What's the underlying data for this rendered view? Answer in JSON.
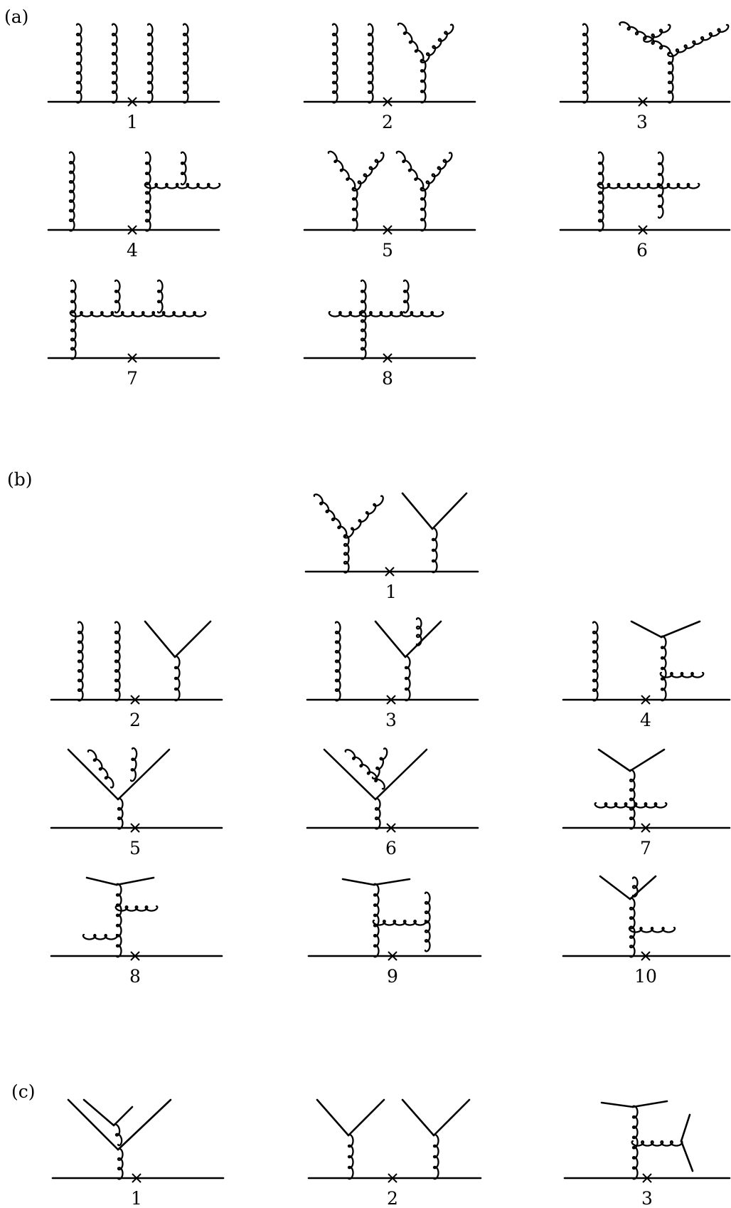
{
  "sections": [
    {
      "label": "(a)",
      "diagrams": [
        {
          "number": "1"
        },
        {
          "number": "2"
        },
        {
          "number": "3"
        },
        {
          "number": "4"
        },
        {
          "number": "5"
        },
        {
          "number": "6"
        },
        {
          "number": "7"
        },
        {
          "number": "8"
        }
      ]
    },
    {
      "label": "(b)",
      "diagrams": [
        {
          "number": "1"
        },
        {
          "number": "2"
        },
        {
          "number": "3"
        },
        {
          "number": "4"
        },
        {
          "number": "5"
        },
        {
          "number": "6"
        },
        {
          "number": "7"
        },
        {
          "number": "8"
        },
        {
          "number": "9"
        },
        {
          "number": "10"
        }
      ]
    },
    {
      "label": "(c)",
      "diagrams": [
        {
          "number": "1"
        },
        {
          "number": "2"
        },
        {
          "number": "3"
        }
      ]
    }
  ]
}
